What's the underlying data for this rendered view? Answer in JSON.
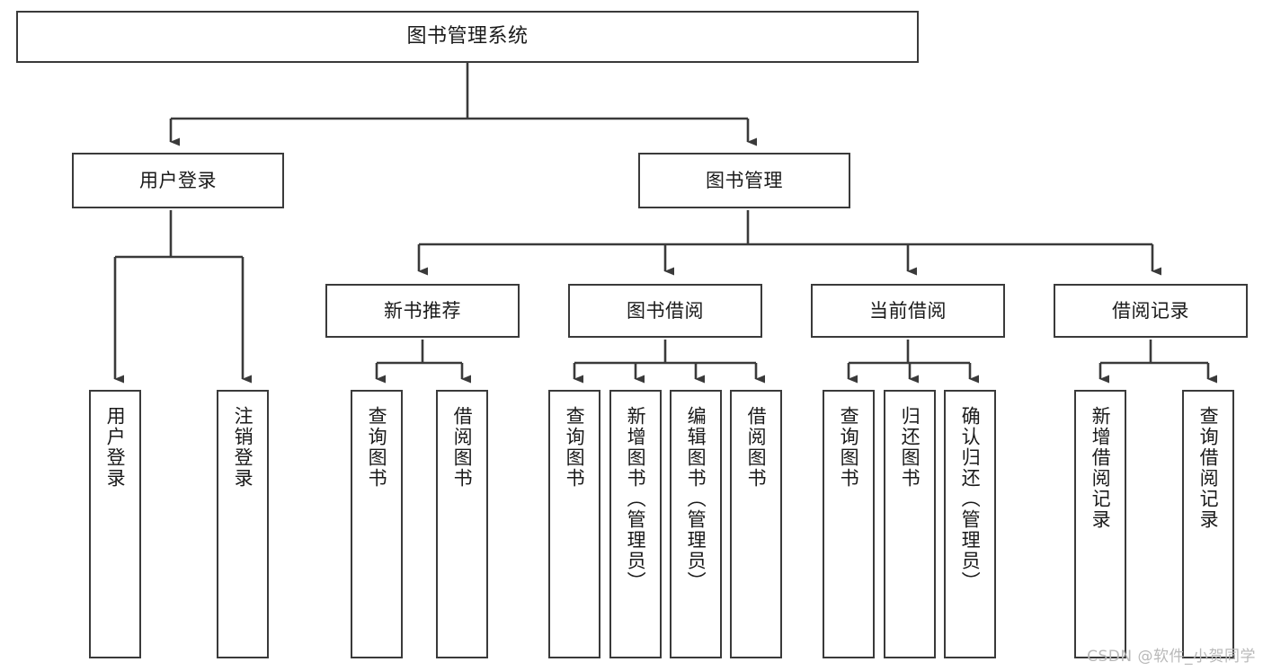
{
  "diagram": {
    "type": "tree-hierarchy",
    "title": "图书管理系统",
    "watermark": "CSDN @软件_小贺同学",
    "colors": {
      "box_border": "#3a3a3a",
      "box_fill": "#ffffff",
      "connector": "#3a3a3a",
      "text": "#1a1a1a",
      "watermark": "#b9b9b9",
      "background": "#ffffff"
    },
    "levels": [
      {
        "level": 1,
        "nodes": [
          {
            "id": "root",
            "label": "图书管理系统",
            "orientation": "horizontal"
          }
        ]
      },
      {
        "level": 2,
        "nodes": [
          {
            "id": "user-login",
            "label": "用户登录",
            "parent": "root",
            "orientation": "horizontal"
          },
          {
            "id": "book-manage",
            "label": "图书管理",
            "parent": "root",
            "orientation": "horizontal"
          }
        ]
      },
      {
        "level": 3,
        "nodes": [
          {
            "id": "new-book-rec",
            "label": "新书推荐",
            "parent": "book-manage",
            "orientation": "horizontal"
          },
          {
            "id": "book-borrow",
            "label": "图书借阅",
            "parent": "book-manage",
            "orientation": "horizontal"
          },
          {
            "id": "current-borrow",
            "label": "当前借阅",
            "parent": "book-manage",
            "orientation": "horizontal"
          },
          {
            "id": "borrow-record",
            "label": "借阅记录",
            "parent": "book-manage",
            "orientation": "horizontal"
          }
        ]
      },
      {
        "level": 4,
        "nodes": [
          {
            "id": "leaf-user-login",
            "label": "用户登录",
            "parent": "user-login",
            "orientation": "vertical"
          },
          {
            "id": "leaf-logout",
            "label": "注销登录",
            "parent": "user-login",
            "orientation": "vertical"
          },
          {
            "id": "leaf-query-book-1",
            "label": "查询图书",
            "parent": "new-book-rec",
            "orientation": "vertical"
          },
          {
            "id": "leaf-borrow-book-1",
            "label": "借阅图书",
            "parent": "new-book-rec",
            "orientation": "vertical"
          },
          {
            "id": "leaf-query-book-2",
            "label": "查询图书",
            "parent": "book-borrow",
            "orientation": "vertical"
          },
          {
            "id": "leaf-add-book",
            "label": "新增图书（管理员）",
            "parent": "book-borrow",
            "orientation": "vertical"
          },
          {
            "id": "leaf-edit-book",
            "label": "编辑图书（管理员）",
            "parent": "book-borrow",
            "orientation": "vertical"
          },
          {
            "id": "leaf-borrow-book-2",
            "label": "借阅图书",
            "parent": "book-borrow",
            "orientation": "vertical"
          },
          {
            "id": "leaf-query-book-3",
            "label": "查询图书",
            "parent": "current-borrow",
            "orientation": "vertical"
          },
          {
            "id": "leaf-return-book",
            "label": "归还图书",
            "parent": "current-borrow",
            "orientation": "vertical"
          },
          {
            "id": "leaf-confirm-return",
            "label": "确认归还（管理员）",
            "parent": "current-borrow",
            "orientation": "vertical"
          },
          {
            "id": "leaf-add-record",
            "label": "新增借阅记录",
            "parent": "borrow-record",
            "orientation": "vertical"
          },
          {
            "id": "leaf-query-record",
            "label": "查询借阅记录",
            "parent": "borrow-record",
            "orientation": "vertical"
          }
        ]
      }
    ]
  }
}
